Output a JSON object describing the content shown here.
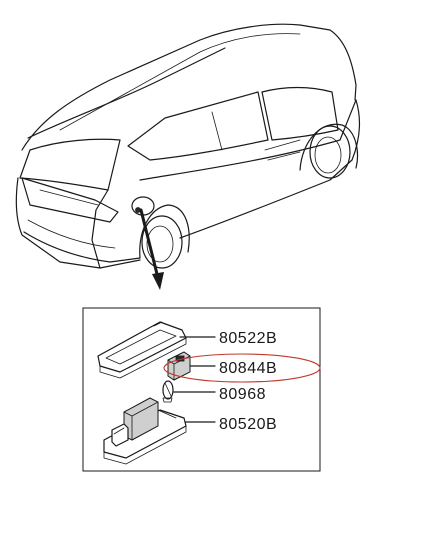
{
  "diagram": {
    "parts": [
      {
        "id": "lens",
        "number": "80522B"
      },
      {
        "id": "socket",
        "number": "80844B",
        "highlighted": true
      },
      {
        "id": "bulb",
        "number": "80968"
      },
      {
        "id": "housing",
        "number": "80520B"
      }
    ],
    "colors": {
      "line": "#1a1a1a",
      "highlight": "#c0392b",
      "background": "#ffffff"
    }
  }
}
